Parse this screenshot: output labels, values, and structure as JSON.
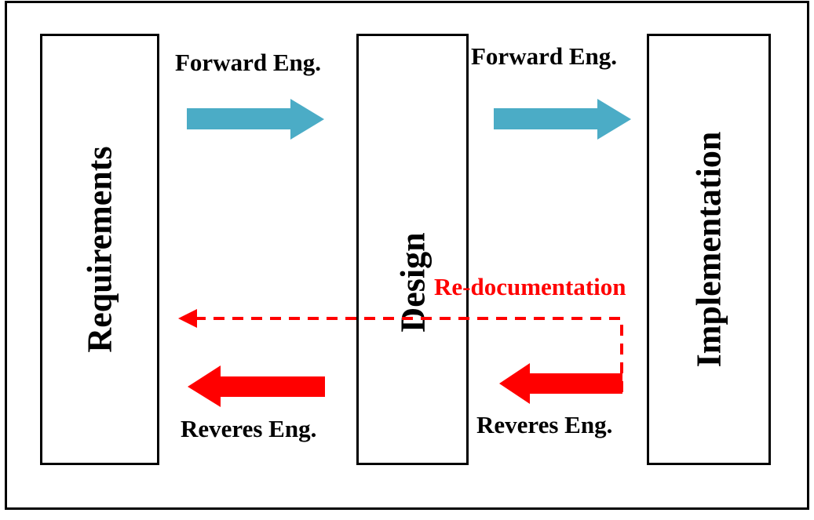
{
  "diagram": {
    "title": "",
    "stages": [
      {
        "id": "requirements",
        "label": "Requirements"
      },
      {
        "id": "design",
        "label": "Design"
      },
      {
        "id": "implementation",
        "label": "Implementation"
      }
    ],
    "edges": [
      {
        "from": "requirements",
        "to": "design",
        "label": "Forward Eng.",
        "style": "solid-block-arrow",
        "color": "#4bacc6"
      },
      {
        "from": "design",
        "to": "implementation",
        "label": "Forward Eng.",
        "style": "solid-block-arrow",
        "color": "#4bacc6"
      },
      {
        "from": "design",
        "to": "requirements",
        "label": "Reveres Eng.",
        "style": "solid-block-arrow",
        "color": "#ff0000"
      },
      {
        "from": "implementation",
        "to": "design",
        "label": "Reveres Eng.",
        "style": "solid-block-arrow",
        "color": "#ff0000"
      },
      {
        "from": "implementation",
        "to": "requirements",
        "label": "Re-documentation",
        "style": "dashed-arrow",
        "color": "#ff0000"
      }
    ]
  },
  "colors": {
    "forward": "#4bacc6",
    "reverse": "#ff0000",
    "redoc": "#ff0000",
    "border": "#000000"
  }
}
